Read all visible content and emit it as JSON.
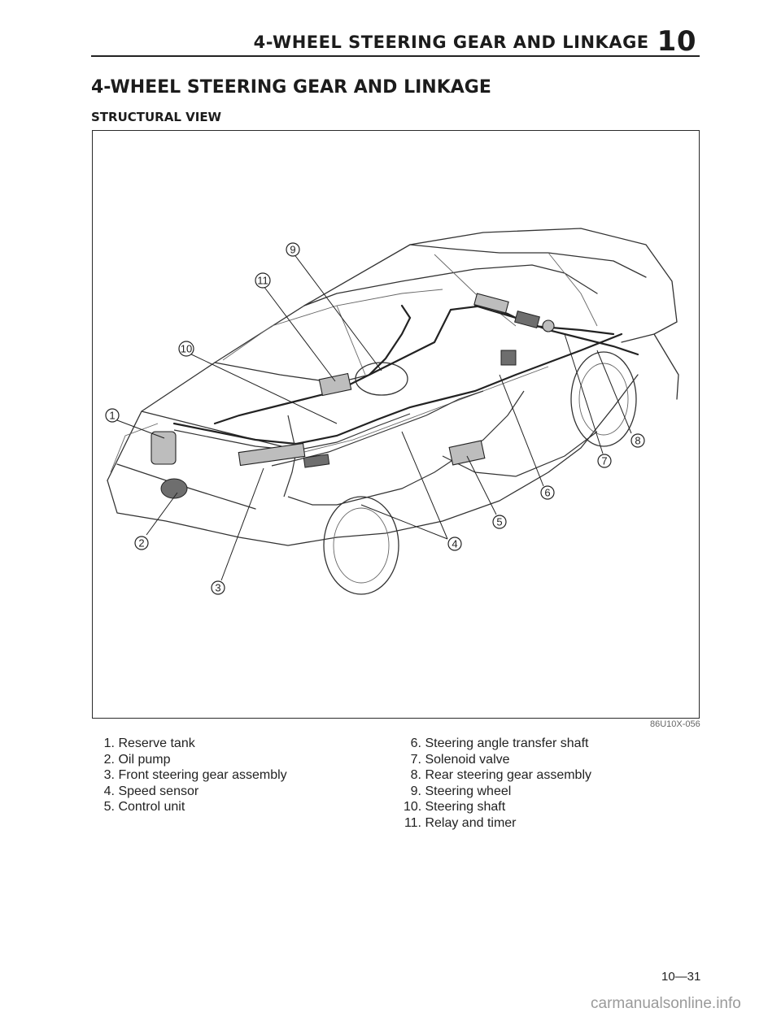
{
  "header": {
    "title": "4-WHEEL STEERING GEAR AND LINKAGE",
    "section_number": "10"
  },
  "section_title": "4-WHEEL STEERING GEAR AND LINKAGE",
  "subsection_title": "STRUCTURAL VIEW",
  "figure": {
    "code": "86U10X-056",
    "callouts": [
      "1",
      "2",
      "3",
      "4",
      "5",
      "6",
      "7",
      "8",
      "9",
      "10",
      "11"
    ]
  },
  "legend": {
    "left": [
      {
        "num": "1.",
        "label": "Reserve tank"
      },
      {
        "num": "2.",
        "label": "Oil pump"
      },
      {
        "num": "3.",
        "label": "Front steering gear assembly"
      },
      {
        "num": "4.",
        "label": "Speed sensor"
      },
      {
        "num": "5.",
        "label": "Control unit"
      }
    ],
    "right": [
      {
        "num": "6.",
        "label": "Steering angle transfer shaft"
      },
      {
        "num": "7.",
        "label": "Solenoid valve"
      },
      {
        "num": "8.",
        "label": "Rear steering gear assembly"
      },
      {
        "num": "9.",
        "label": "Steering wheel"
      },
      {
        "num": "10.",
        "label": "Steering shaft"
      },
      {
        "num": "11.",
        "label": "Relay and timer"
      }
    ]
  },
  "footer": {
    "page_number": "10—31",
    "watermark": "carmanualsonline.info"
  }
}
